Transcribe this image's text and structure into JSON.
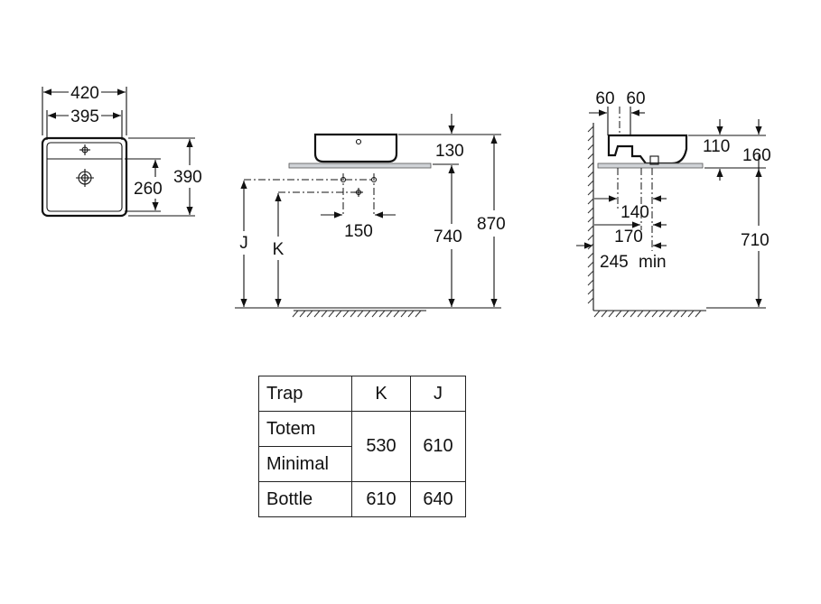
{
  "top_view": {
    "width_outer": "420",
    "width_inner": "395",
    "depth_outer": "390",
    "depth_inner": "260"
  },
  "front_view": {
    "basin_height": "130",
    "trap_spacing": "150",
    "counter_height": "740",
    "total_height": "870",
    "label_j": "J",
    "label_k": "K"
  },
  "side_view": {
    "offset_a": "60",
    "offset_b": "60",
    "inner_height": "110",
    "outer_height": "160",
    "dim_140": "140",
    "dim_170": "170",
    "dim_245": "245",
    "min_label": "min",
    "height_710": "710"
  },
  "trap_table": {
    "headers": [
      "Trap",
      "K",
      "J"
    ],
    "rows": [
      {
        "name": "Totem",
        "k": "530",
        "j": "610"
      },
      {
        "name": "Minimal",
        "k": "",
        "j": ""
      },
      {
        "name": "Bottle",
        "k": "610",
        "j": "640"
      }
    ]
  }
}
